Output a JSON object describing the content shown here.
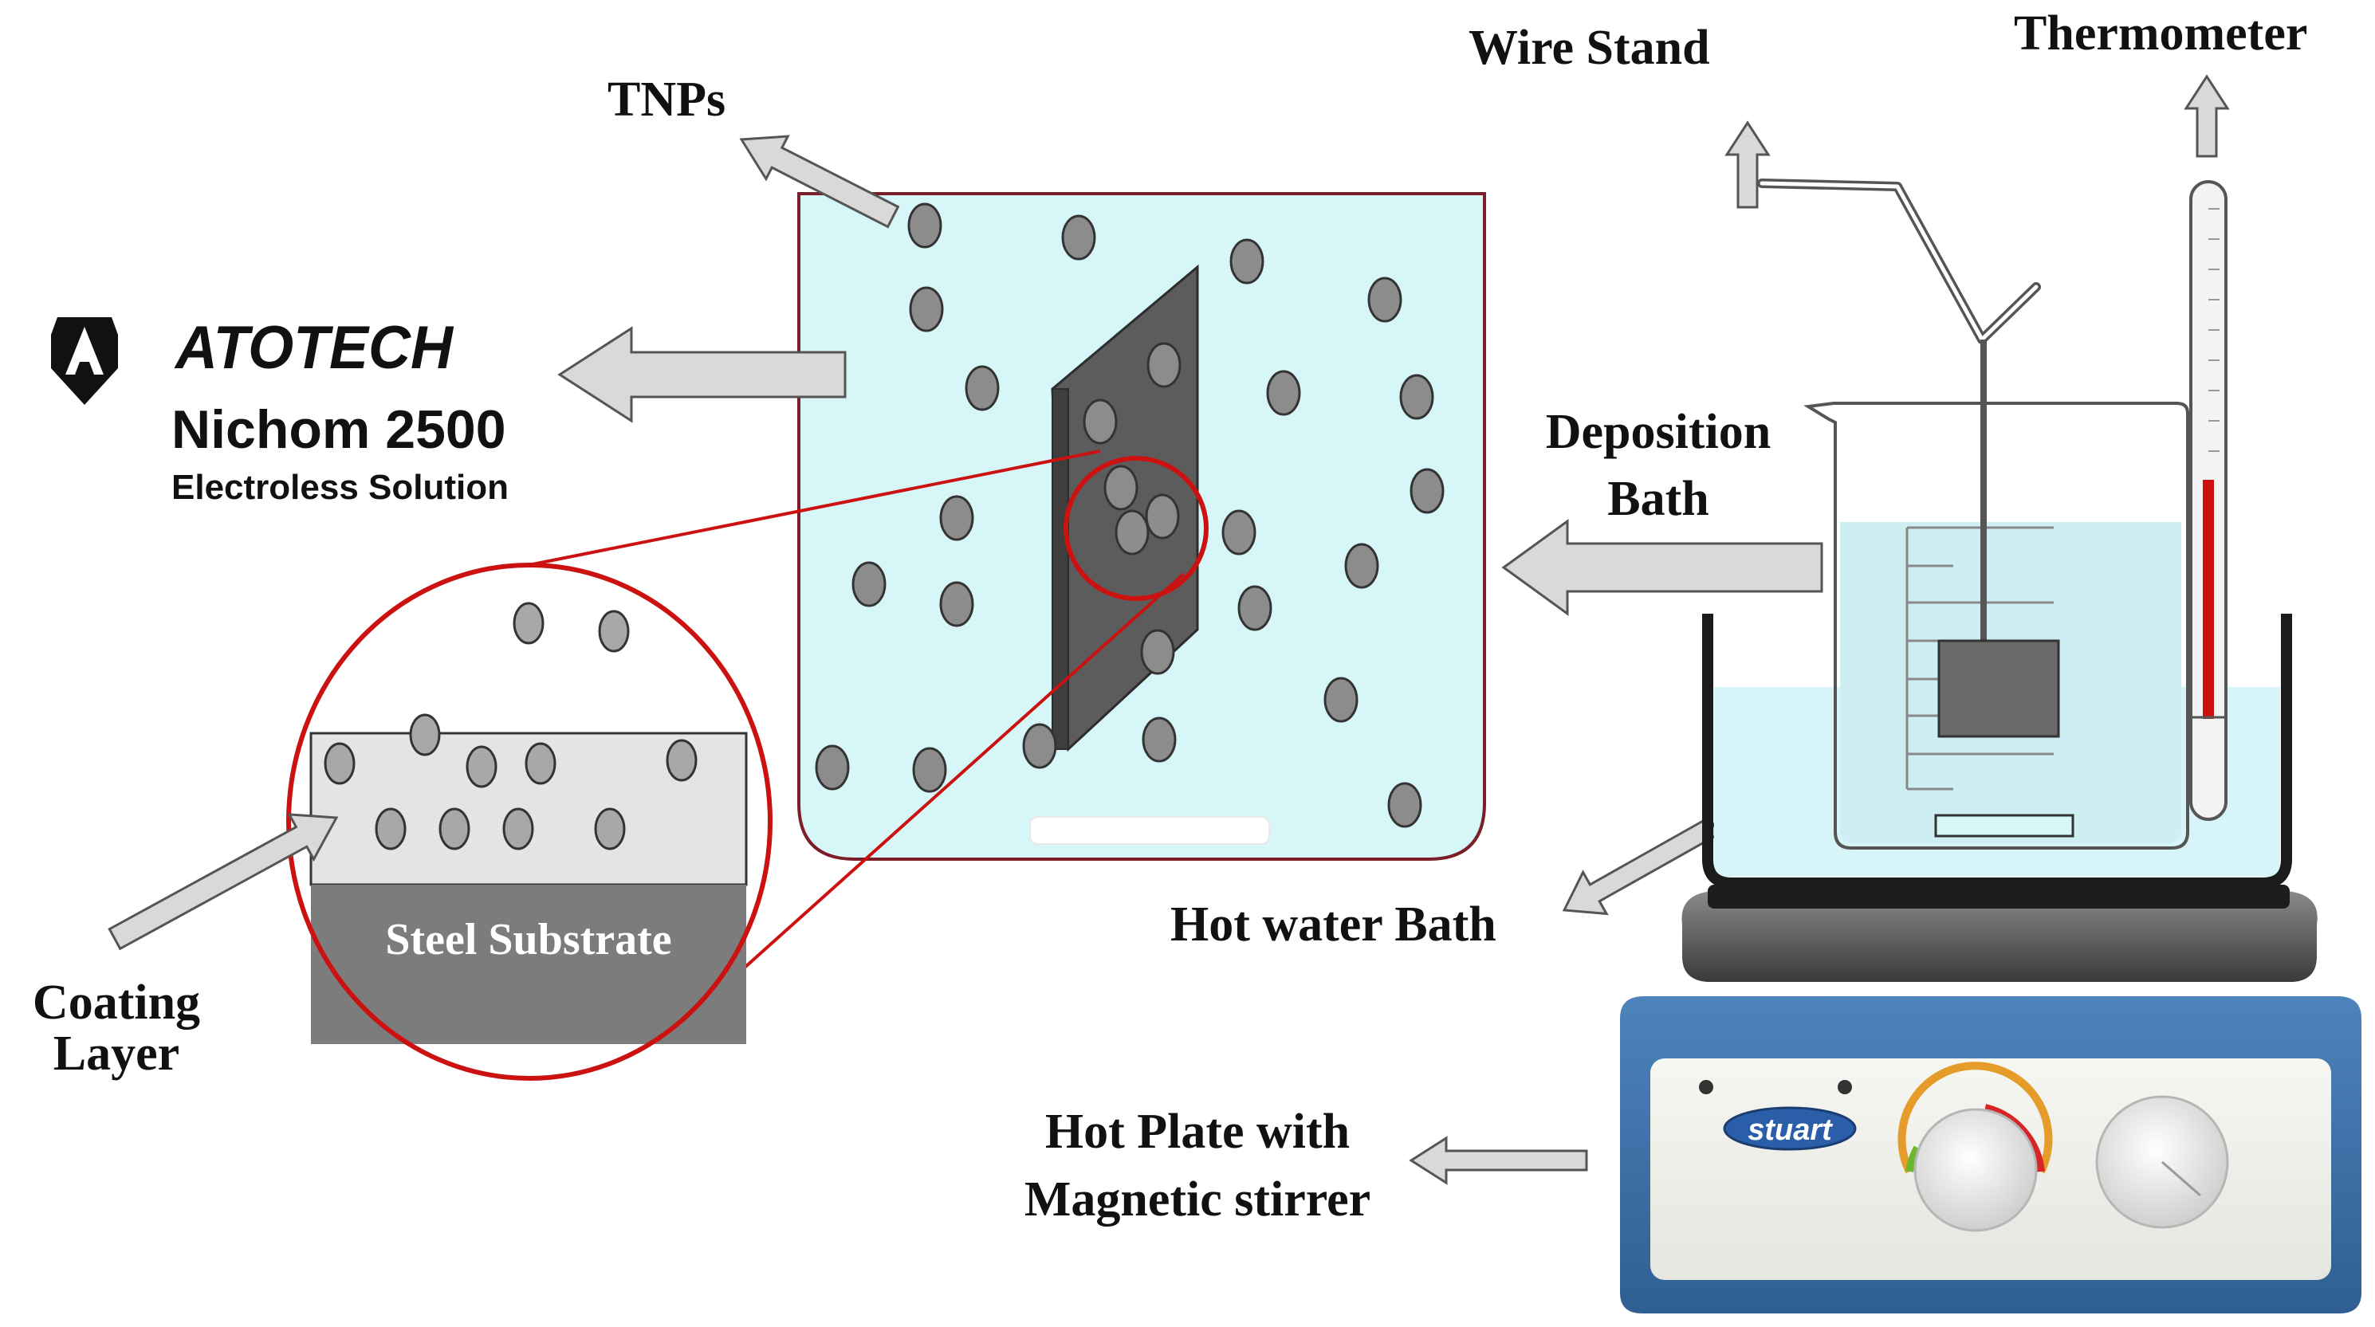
{
  "labels": {
    "tnps": "TNPs",
    "wire_stand": "Wire Stand",
    "thermometer": "Thermometer",
    "deposition_line1": "Deposition",
    "deposition_line2": "Bath",
    "hot_water_bath": "Hot water Bath",
    "hot_plate_line1": "Hot Plate with",
    "hot_plate_line2": "Magnetic stirrer",
    "coating_line1": "Coating",
    "coating_line2": "Layer",
    "steel_substrate": "Steel Substrate"
  },
  "atotech": {
    "brand": "ATOTECH",
    "product": "Nichom 2500",
    "subtitle": "Electroless Solution",
    "logo_letter": "A"
  },
  "hotplate": {
    "brand": "stuart"
  },
  "colors": {
    "solution": "#d6f6f8",
    "container_border": "#7a1f28",
    "magnifier": "#cc1111",
    "particle": "#8c8c8c",
    "plate": "#5a5a5a",
    "steel": "#7c7c7c",
    "coating": "#e4e4e4",
    "arrow_fill": "#d9d9d9",
    "hotplate_body": "#3a6ea5",
    "thermometer_liquid": "#cc1010"
  },
  "icons": [
    "atotech-logo-icon",
    "arrow-icon"
  ]
}
